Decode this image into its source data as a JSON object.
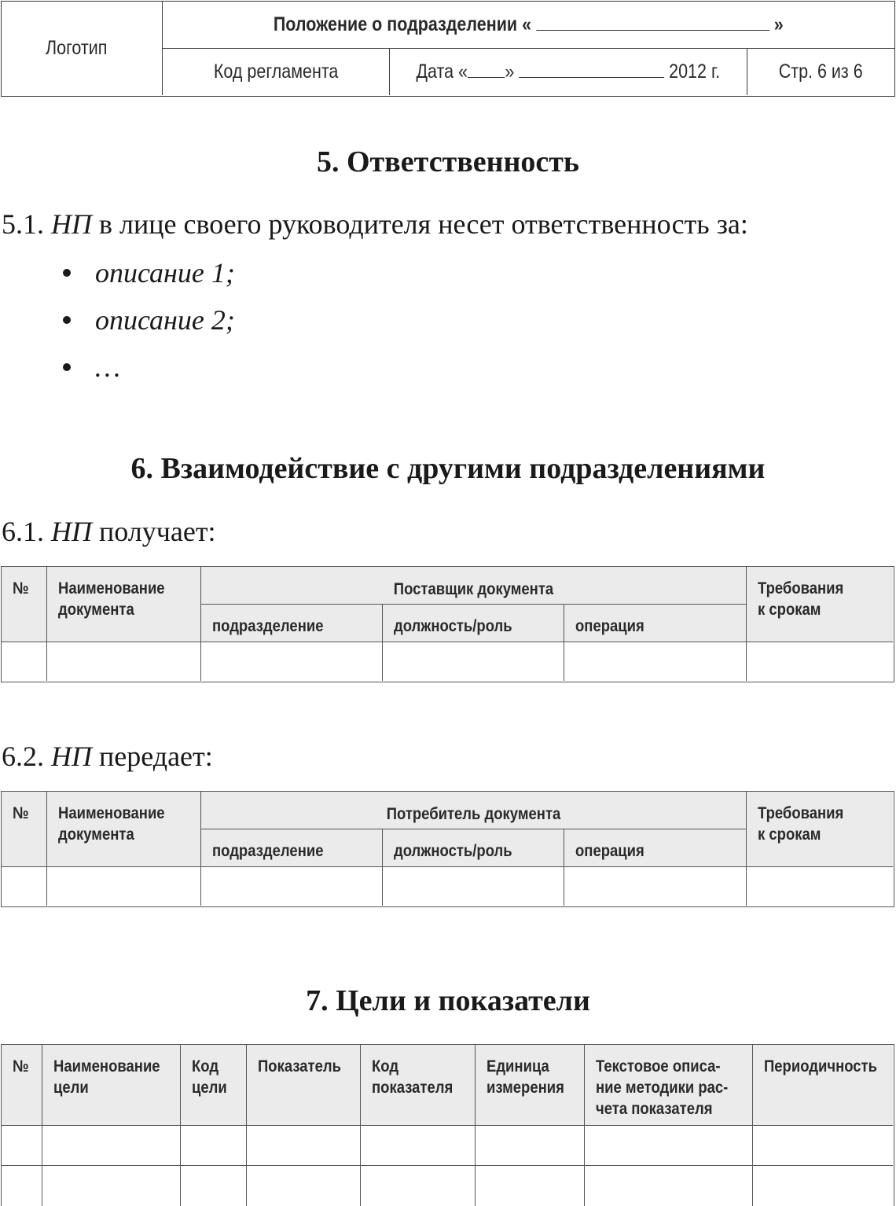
{
  "header": {
    "logo_label": "Логотип",
    "title_prefix": "Положение о подразделении «",
    "title_suffix": "»",
    "code_label": "Код регламента",
    "date_prefix": "Дата «",
    "date_mid": "»",
    "date_year": "2012 г.",
    "page_label": "Стр. 6 из 6"
  },
  "section5": {
    "heading": "5. Ответственность",
    "para_num": "5.1.",
    "para_subject": "НП",
    "para_text": "в лице своего руководителя несет ответственность за:",
    "bullets": [
      "описание 1;",
      "описание 2;",
      "…"
    ]
  },
  "section6": {
    "heading": "6. Взаимодействие с другими подразделениями",
    "p1_num": "6.1.",
    "p1_subject": "НП",
    "p1_text": "получает:",
    "table1": {
      "col_num": "№",
      "col_name_1": "Наименование",
      "col_name_2": "документа",
      "group": "Поставщик документа",
      "sub1": "подразделение",
      "sub2": "должность/роль",
      "sub3": "операция",
      "col_req_1": "Требования",
      "col_req_2": "к срокам"
    },
    "p2_num": "6.2.",
    "p2_subject": "НП",
    "p2_text": "передает:",
    "table2": {
      "col_num": "№",
      "col_name_1": "Наименование",
      "col_name_2": "документа",
      "group": "Потребитель документа",
      "sub1": "подразделение",
      "sub2": "должность/роль",
      "sub3": "операция",
      "col_req_1": "Требования",
      "col_req_2": "к срокам"
    }
  },
  "section7": {
    "heading": "7. Цели и показатели",
    "table": {
      "columns": [
        [
          "№"
        ],
        [
          "Наименование",
          "цели"
        ],
        [
          "Код",
          "цели"
        ],
        [
          "Показатель"
        ],
        [
          "Код",
          "показателя"
        ],
        [
          "Единица",
          "измерения"
        ],
        [
          "Текстовое описа-",
          "ние методики рас-",
          "чета показателя"
        ],
        [
          "Периодичность"
        ]
      ]
    }
  }
}
